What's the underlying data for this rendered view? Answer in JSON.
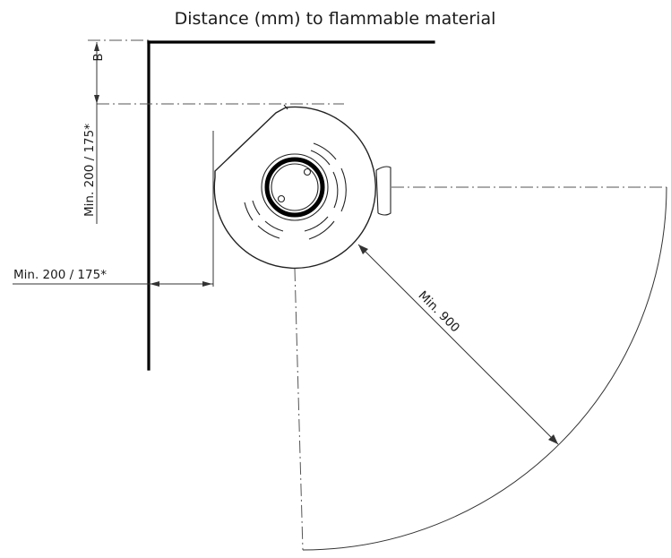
{
  "title": "Distance (mm) to flammable material",
  "labels": {
    "rear_clearance": "Min. 200 / 175*",
    "side_clearance": "Min. 200 / 175*",
    "front_clearance": "Min. 900",
    "small_top_dim": "B"
  }
}
